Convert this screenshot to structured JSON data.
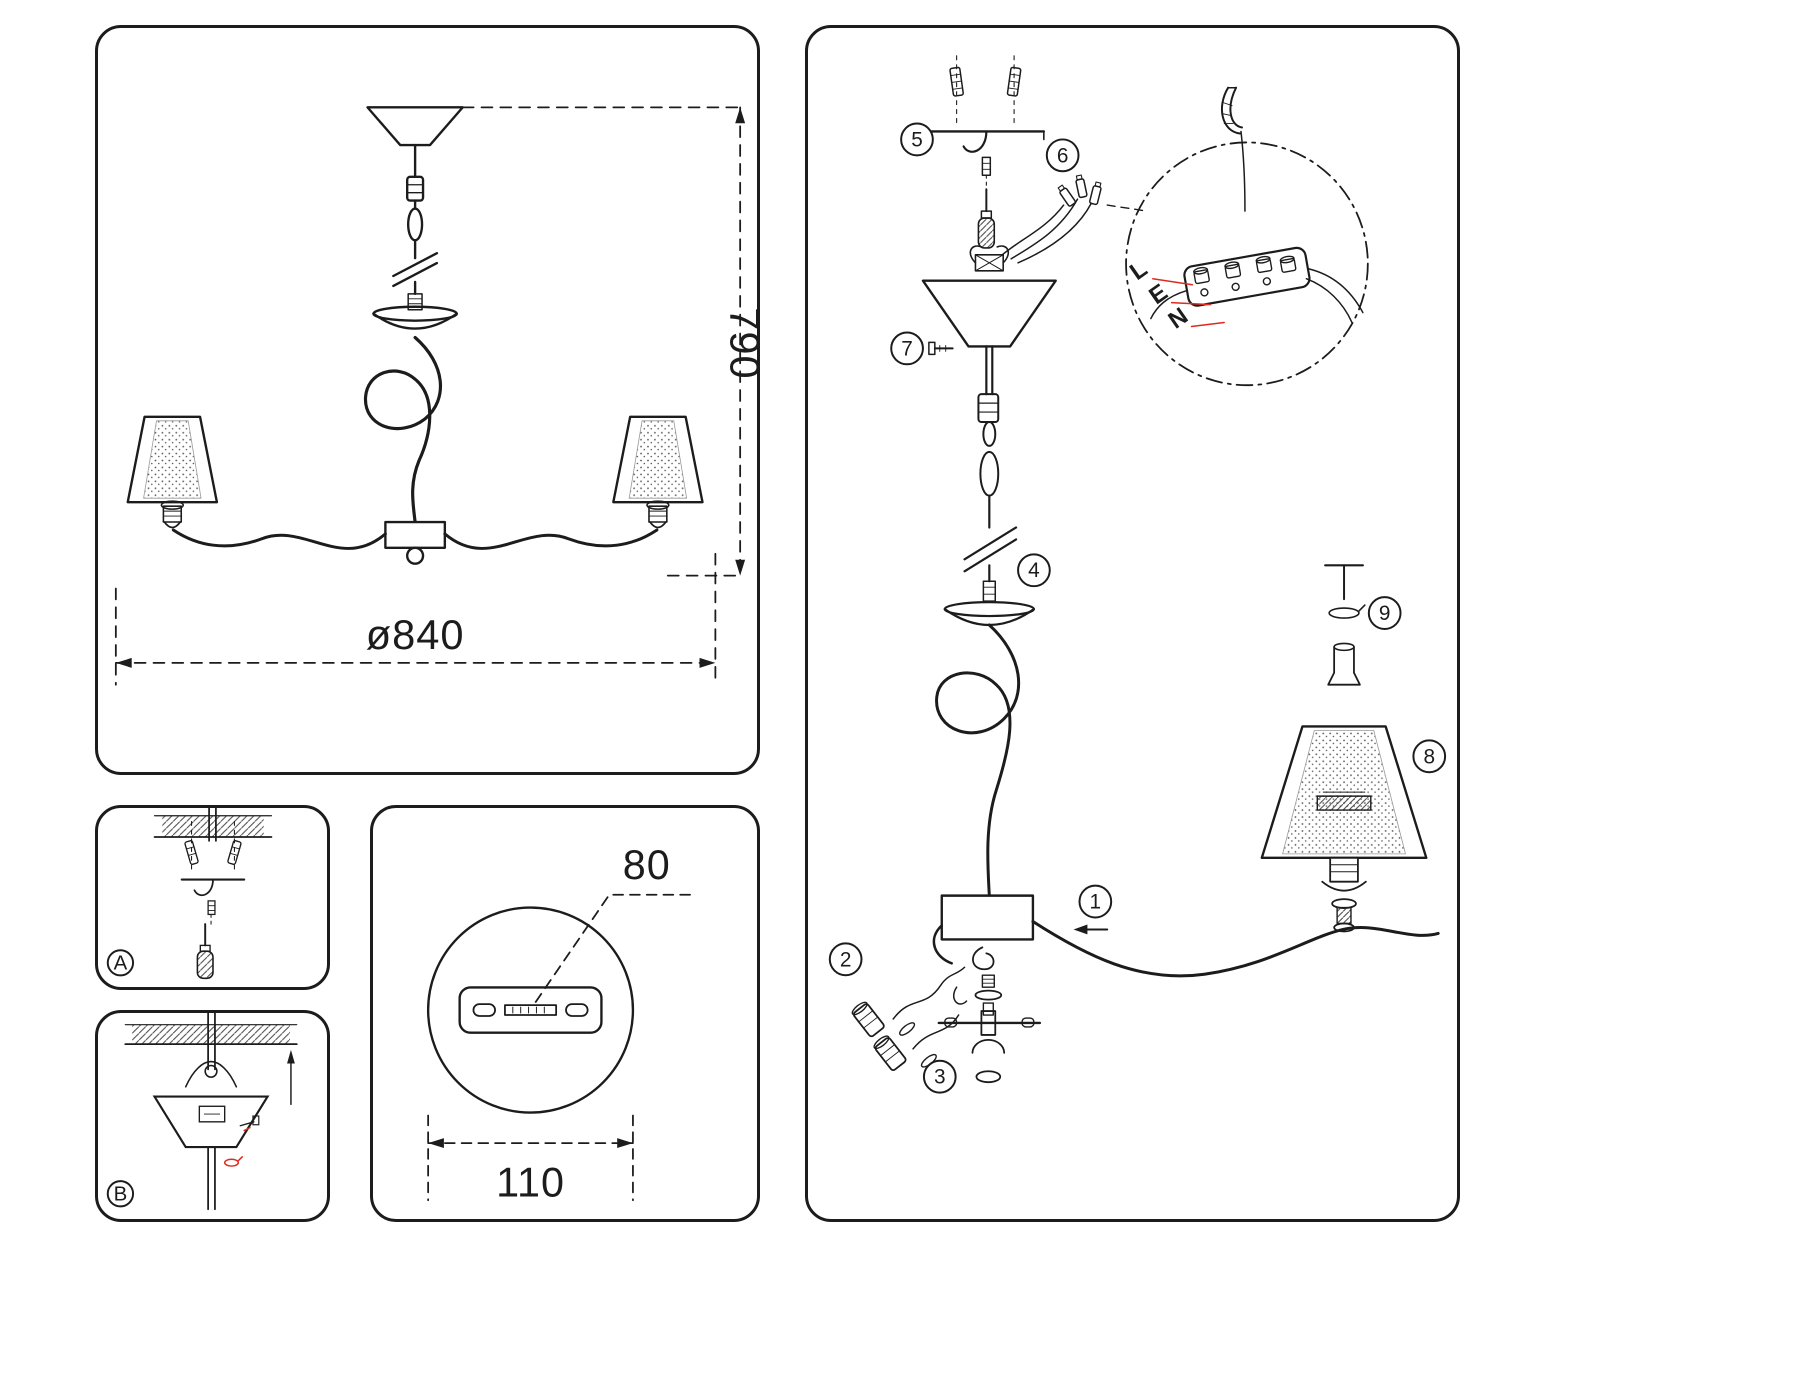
{
  "colors": {
    "line": "#1c1c1c",
    "accent_red": "#dd2b20"
  },
  "overview": {
    "height_label": "790",
    "diameter_label": "ø840"
  },
  "details": {
    "a": "A",
    "b": "B"
  },
  "bracket": {
    "slot_label": "80",
    "width_label": "110"
  },
  "assembly": {
    "step1": "1",
    "step2": "2",
    "step3": "3",
    "step4": "4",
    "step5": "5",
    "step6": "6",
    "step7": "7",
    "step8": "8",
    "step9": "9",
    "wire_l": "L",
    "wire_e": "E",
    "wire_n": "N"
  }
}
